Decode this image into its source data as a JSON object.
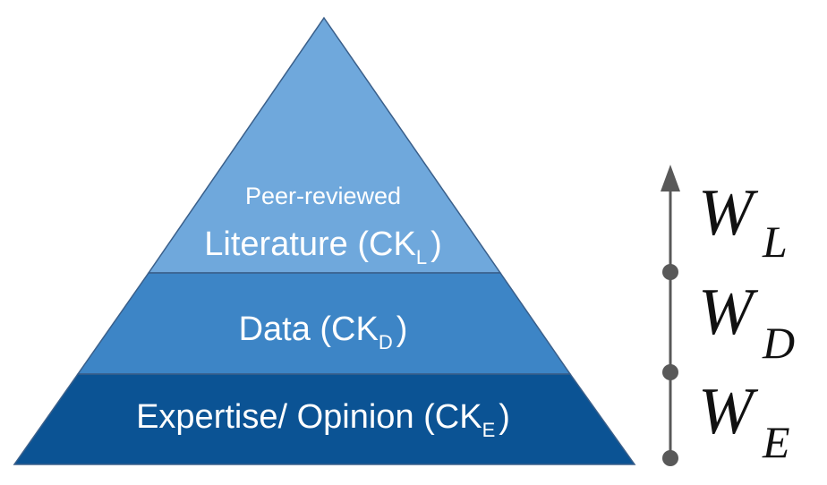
{
  "pyramid": {
    "tiers": [
      {
        "id": "literature",
        "line1": "Peer-reviewed",
        "line2": "Literature (CK",
        "sub": "L",
        "close": ")",
        "color": "#6fa8dc"
      },
      {
        "id": "data",
        "line2": "Data (CK",
        "sub": "D",
        "close": ")",
        "color": "#3d85c6"
      },
      {
        "id": "expertise",
        "line2": "Expertise/ Opinion (CK",
        "sub": "E",
        "close": ")",
        "color": "#0b5394"
      }
    ],
    "edge_color": "#3a5f8a"
  },
  "weights": {
    "axis_color": "#595959",
    "labels": [
      {
        "main": "W",
        "sub": "L"
      },
      {
        "main": "W",
        "sub": "D"
      },
      {
        "main": "W",
        "sub": "E"
      }
    ]
  }
}
